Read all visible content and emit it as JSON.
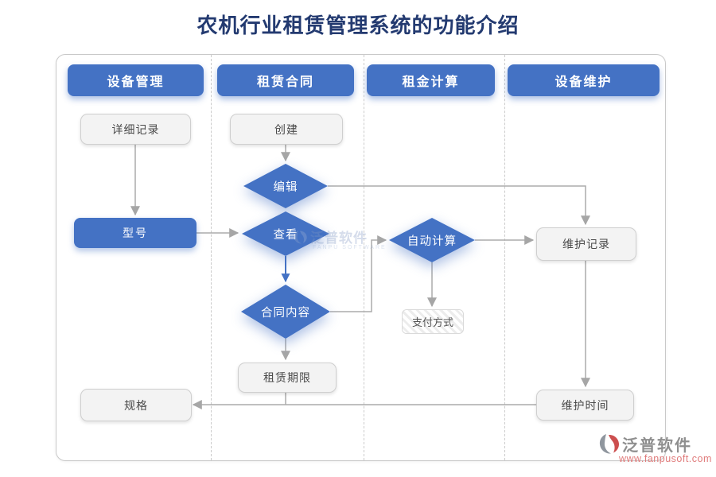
{
  "title": "农机行业租赁管理系统的功能介绍",
  "lanes": [
    {
      "label": "设备管理"
    },
    {
      "label": "租赁合同"
    },
    {
      "label": "租金计算"
    },
    {
      "label": "设备维护"
    }
  ],
  "nodes": {
    "detail_record": "详细记录",
    "create": "创建",
    "edit": "编辑",
    "model": "型号",
    "view": "查看",
    "auto_calc": "自动计算",
    "maintenance_record": "维护记录",
    "contract_content": "合同内容",
    "payment_method": "支付方式",
    "lease_term": "租赁期限",
    "spec": "规格",
    "maintenance_time": "维护时间"
  },
  "watermark_center": {
    "brand": "泛普软件",
    "sub": "FANPU SOFTWARE"
  },
  "watermark_corner": {
    "brand": "泛普软件",
    "url": "www.fanpusoft.com"
  },
  "colors": {
    "accent_blue": "#4472C4",
    "title_blue": "#233A70",
    "node_bg": "#F3F3F3",
    "node_border": "#CFCFCF",
    "connector_gray": "#ABABAB",
    "watermark_url_red": "#E07C7C"
  }
}
